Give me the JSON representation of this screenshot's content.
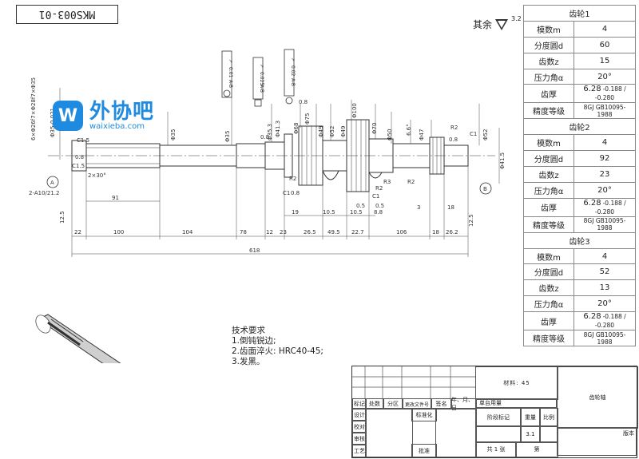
{
  "drawing_number": "MKS003-01",
  "surface_roughness": {
    "label": "其余",
    "ra": "3.2"
  },
  "watermark": {
    "brand": "外协吧",
    "url": "waixieba.com",
    "icon": "outline-w-logo-icon"
  },
  "spec_table": [
    {
      "title": "齿轮1",
      "rows": [
        {
          "k": "模数m",
          "v": "4"
        },
        {
          "k": "分度圆d",
          "v": "60"
        },
        {
          "k": "齿数z",
          "v": "15"
        },
        {
          "k": "压力角α",
          "v": "20°"
        },
        {
          "k": "齿厚",
          "v": "6.28",
          "tol": "-0.188 / -0.280"
        },
        {
          "k": "精度等级",
          "v": "8GJ GB10095-1988"
        }
      ]
    },
    {
      "title": "齿轮2",
      "rows": [
        {
          "k": "模数m",
          "v": "4"
        },
        {
          "k": "分度圆d",
          "v": "92"
        },
        {
          "k": "齿数z",
          "v": "23"
        },
        {
          "k": "压力角α",
          "v": "20°"
        },
        {
          "k": "齿厚",
          "v": "6.28",
          "tol": "-0.188 / -0.280"
        },
        {
          "k": "精度等级",
          "v": "8GJ GB10095-1988"
        }
      ]
    },
    {
      "title": "齿轮3",
      "rows": [
        {
          "k": "模数m",
          "v": "4"
        },
        {
          "k": "分度圆d",
          "v": "52"
        },
        {
          "k": "齿数z",
          "v": "13"
        },
        {
          "k": "压力角α",
          "v": "20°"
        },
        {
          "k": "齿厚",
          "v": "6.28",
          "tol": "-0.188 / -0.280"
        },
        {
          "k": "精度等级",
          "v": "8GJ GB10095-1988"
        }
      ]
    }
  ],
  "tech_req": {
    "title": "技术要求",
    "items": [
      "1.倒钝锐边;",
      "2.齿面淬火: HRC40-45;",
      "3.发黑。"
    ]
  },
  "title_block": {
    "material": "材料: 45",
    "part_name": "齿轮轴",
    "unit_label": "单台用量",
    "stage_label": "阶段标记",
    "weight_label": "重量",
    "scale_label": "比例",
    "scale_value": "3.1",
    "sheet_total": "共 1 张",
    "sheet_label": "第",
    "version_label": "版本",
    "header_cols": [
      "标记",
      "处数",
      "分区",
      "更改文件号",
      "签名",
      "年、月、日"
    ],
    "row_labels": [
      "设计",
      "校对",
      "审核",
      "工艺"
    ],
    "standard_label": "标准化",
    "approve_label": "批准"
  },
  "dimensions": {
    "horizontal": [
      "22",
      "100",
      "104",
      "78",
      "12",
      "23",
      "26.5",
      "49.5",
      "22.7",
      "106",
      "18",
      "26.2"
    ],
    "upper_chain": [
      "91",
      "19",
      "10.5",
      "10.5",
      "8.8",
      "3",
      "18"
    ],
    "overall": "618",
    "diameters": [
      "Φ35-0.021",
      "Φ35",
      "Φ35",
      "Φ35.3",
      "Φ41.3",
      "Φ68",
      "Φ75",
      "Φ49",
      "Φ52",
      "Φ49",
      "Φ100",
      "Φ70",
      "Φ50",
      "Φ47",
      "Φ41.5",
      "Φ52"
    ],
    "spline": "6×Φ26f7×Φ28f7×Φ35",
    "chamfers": [
      "C1.5",
      "C1.5",
      "C1",
      "C1",
      "C1",
      "2×30°"
    ],
    "radii": [
      "R2",
      "R2",
      "R3",
      "R2",
      "R2"
    ],
    "datums": [
      "A",
      "B"
    ],
    "roughness_marks": [
      "0.8",
      "0.8",
      "0.8",
      "0.8",
      "0.8"
    ],
    "misc_labels": [
      "2-A10/21.2",
      "12.5",
      "12.5",
      "0.5",
      "0.5",
      "6.6°"
    ],
    "tolerance_frames": [
      [
        "↗",
        "0.01",
        "A-B"
      ],
      [
        "↗",
        "0.025",
        "A-B"
      ],
      [
        "↗",
        "0.02",
        "A-B"
      ]
    ]
  },
  "colors": {
    "line": "#333333",
    "dim": "#444444",
    "logo": "#1e8be0"
  }
}
